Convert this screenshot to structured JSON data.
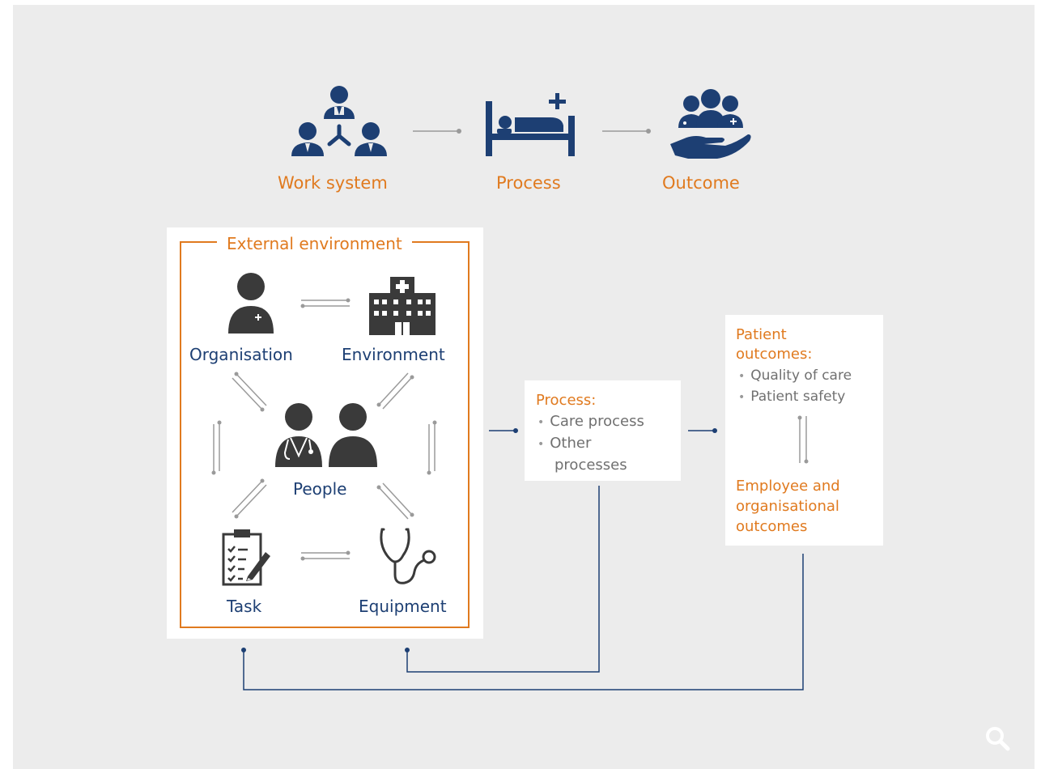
{
  "top_flow": {
    "work_system": "Work system",
    "process": "Process",
    "outcome": "Outcome"
  },
  "work_system_box": {
    "title": "External environment",
    "organisation": "Organisation",
    "environment": "Environment",
    "people": "People",
    "task": "Task",
    "equipment": "Equipment"
  },
  "process_box": {
    "title": "Process:",
    "items": [
      "Care process",
      "Other",
      "processes"
    ]
  },
  "outcomes_box": {
    "patient_title_1": "Patient",
    "patient_title_2": "outcomes:",
    "patient_items": [
      "Quality of care",
      "Patient safety"
    ],
    "employee_1": "Employee and",
    "employee_2": "organisational",
    "employee_3": "outcomes"
  },
  "colors": {
    "orange": "#e07a1f",
    "navy": "#1d3f73",
    "icon_dark": "#3a3a3a",
    "background": "#ececec"
  },
  "icons": [
    "team-icon",
    "hospital-bed-icon",
    "care-hand-icon",
    "doctor-icon",
    "hospital-building-icon",
    "doctor-and-person-icon",
    "clipboard-checklist-icon",
    "stethoscope-icon",
    "magnifier-icon"
  ]
}
